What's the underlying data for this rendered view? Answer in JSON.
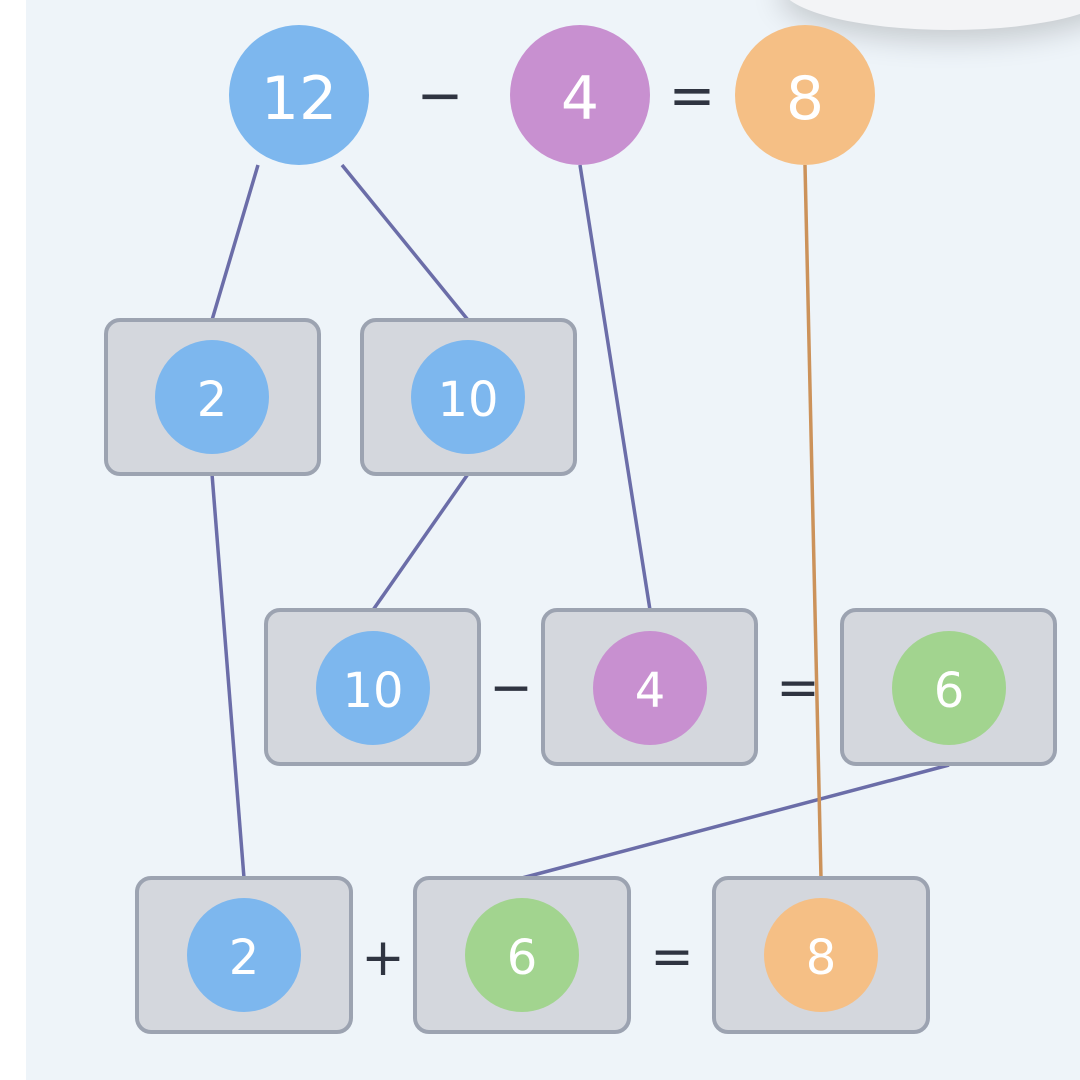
{
  "colors": {
    "blue": "#7db7ee",
    "purple": "#c890d0",
    "orange": "#f5bf85",
    "green": "#a2d48f",
    "edge": "#6b6da8",
    "edge_orange": "#cc925a"
  },
  "top_equation": {
    "left": "12",
    "operator": "−",
    "right": "4",
    "equals": "=",
    "result": "8"
  },
  "split": {
    "part_a": "2",
    "part_b": "10"
  },
  "middle_equation": {
    "left": "10",
    "operator": "−",
    "right": "4",
    "equals": "=",
    "result": "6"
  },
  "bottom_equation": {
    "left": "2",
    "operator": "+",
    "right": "6",
    "equals": "=",
    "result": "8"
  }
}
